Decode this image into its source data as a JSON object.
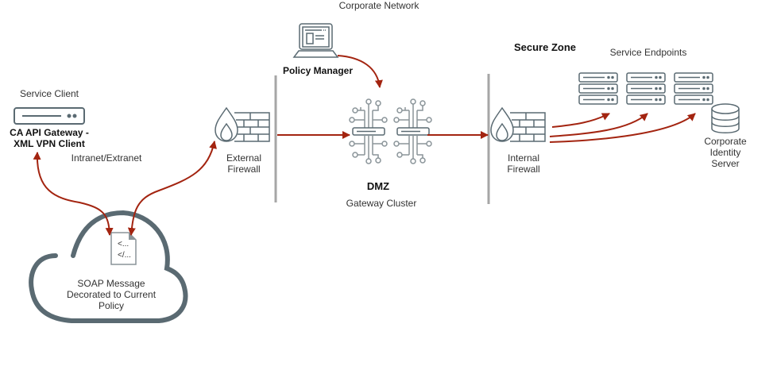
{
  "colors": {
    "arrow": "#a32410",
    "icon": "#5a6a72",
    "separator": "#a6a6a6",
    "cloud": "#5a6a72"
  },
  "labels": {
    "corporate_network": "Corporate Network",
    "policy_manager": "Policy Manager",
    "service_client": "Service Client",
    "client_name": "CA API Gateway -\nXML VPN Client",
    "intranet_extranet": "Intranet/Extranet",
    "external_firewall": "External\nFirewall",
    "dmz": "DMZ",
    "gateway_cluster": "Gateway Cluster",
    "secure_zone": "Secure Zone",
    "service_endpoints": "Service Endpoints",
    "internal_firewall": "Internal\nFirewall",
    "identity_server": "Corporate\nIdentity\nServer",
    "soap_message": "SOAP Message\nDecorated to Current\nPolicy",
    "doc_line1": "<...",
    "doc_line2": "</..."
  },
  "icons": {
    "client": "server-appliance-icon",
    "policy_manager": "laptop-icon",
    "external_firewall": "firewall-icon",
    "gateway_cluster": "gateway-cluster-icon",
    "internal_firewall": "firewall-icon",
    "endpoints": "server-rack-icon",
    "identity_server": "database-icon",
    "soap": "xml-document-icon",
    "cloud": "cloud-icon"
  }
}
